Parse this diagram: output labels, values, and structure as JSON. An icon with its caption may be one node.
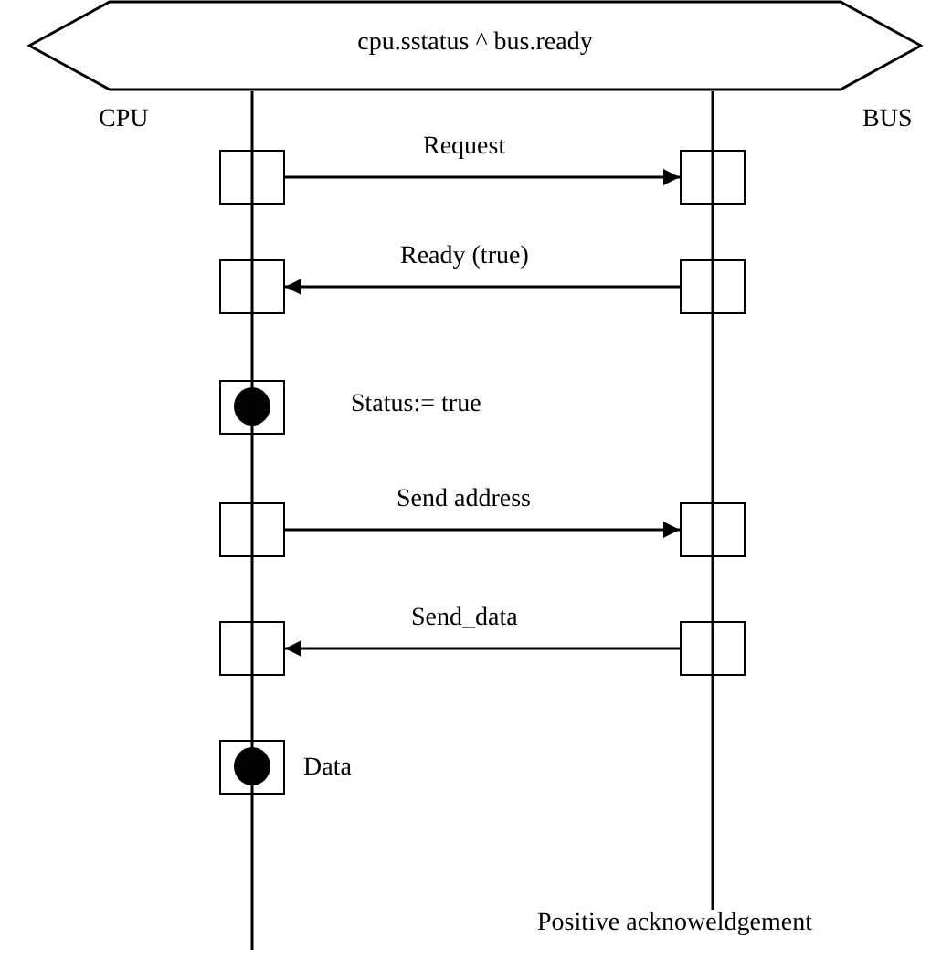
{
  "diagram": {
    "caption": "Positive acknoweldgement",
    "nodes": [
      {
        "text": [
          "cpu.sstatus ^ bus.ready"
        ]
      },
      {
        "text": [],
        "shape": "box"
      },
      {
        "text": [],
        "shape": "box"
      },
      {
        "text": [],
        "shape": "box"
      },
      {
        "text": [],
        "shape": "box"
      },
      {
        "text": [],
        "shape": "box",
        "beside": [
          "Status:= true"
        ]
      },
      {
        "text": [],
        "shape": "circle",
        "in": 5
      },
      {
        "text": [],
        "shape": "box"
      },
      {
        "text": [],
        "shape": "box"
      },
      {
        "text": [],
        "shape": "box"
      },
      {
        "text": [],
        "shape": "box"
      },
      {
        "text": [],
        "shape": "box",
        "beside": [
          "Data"
        ]
      },
      {
        "text": [],
        "shape": "circle",
        "in": 11
      }
    ],
    "edges": [
      {
        "from": 1,
        "to": 2,
        "arrow": "to",
        "label": "Request"
      },
      {
        "from": 4,
        "to": 3,
        "arrow": "to",
        "label": "Ready (true)"
      },
      {
        "from": 7,
        "to": 8,
        "arrow": "to",
        "label": "Send address"
      },
      {
        "from": 10,
        "to": 9,
        "arrow": "to",
        "label": "Send_data"
      }
    ],
    "labels": [
      "CPU",
      "BUS"
    ]
  }
}
